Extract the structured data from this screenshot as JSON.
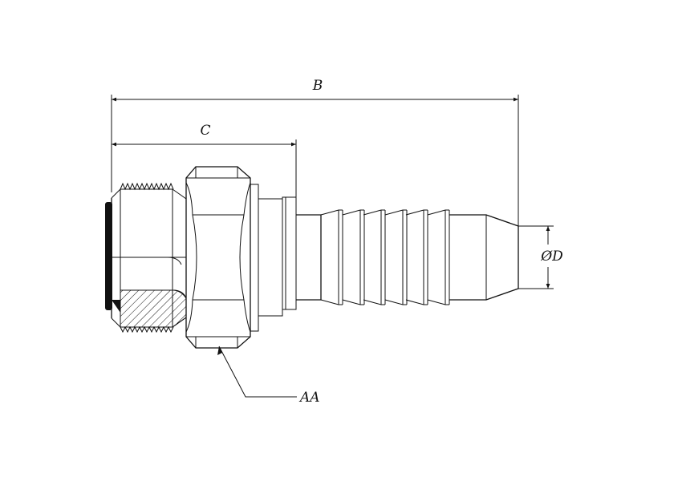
{
  "labels": {
    "overall_length": "B",
    "thread_length": "C",
    "diameter": "ØD",
    "hex_size": "AA"
  },
  "colors": {
    "line": "#111111",
    "seal": "#111111",
    "background": "#ffffff"
  }
}
